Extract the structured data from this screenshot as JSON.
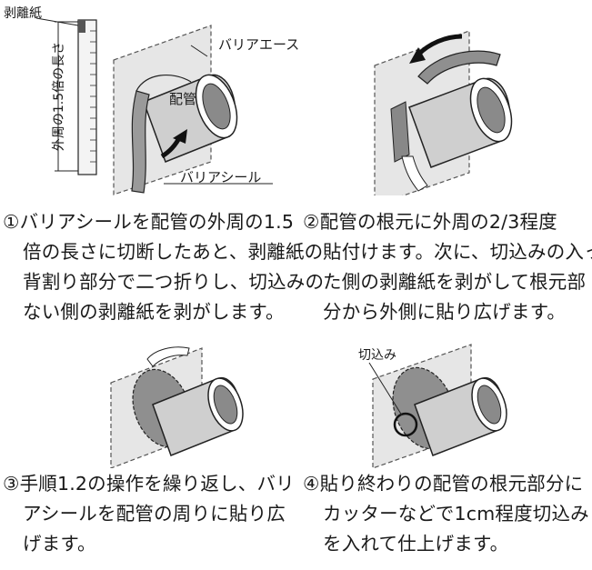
{
  "steps": [
    {
      "labels": {
        "release_paper": "剥離紙",
        "length": "外周の1.5倍の長さ",
        "barrier_ace": "バリアエース",
        "pipe": "配管",
        "barrier_seal": "バリアシール"
      },
      "caption": [
        "①バリアシールを配管の外周の1.5",
        "倍の長さに切断したあと、剥離紙の",
        "背割り部分で二つ折りし、切込みの",
        "ない側の剥離紙を剥がします。"
      ]
    },
    {
      "caption": [
        "②配管の根元に外周の2/3程度",
        "貼付けます。次に、切込みの入っ",
        "た側の剥離紙を剥がして根元部",
        "分から外側に貼り広げます。"
      ]
    },
    {
      "caption": [
        "③手順1.2の操作を繰り返し、バリ",
        "アシールを配管の周りに貼り広",
        "げます。"
      ]
    },
    {
      "labels": {
        "notch": "切込み"
      },
      "caption": [
        "④貼り終わりの配管の根元部分に",
        "カッターなどで1cm程度切込み",
        "を入れて仕上げます。"
      ]
    }
  ]
}
